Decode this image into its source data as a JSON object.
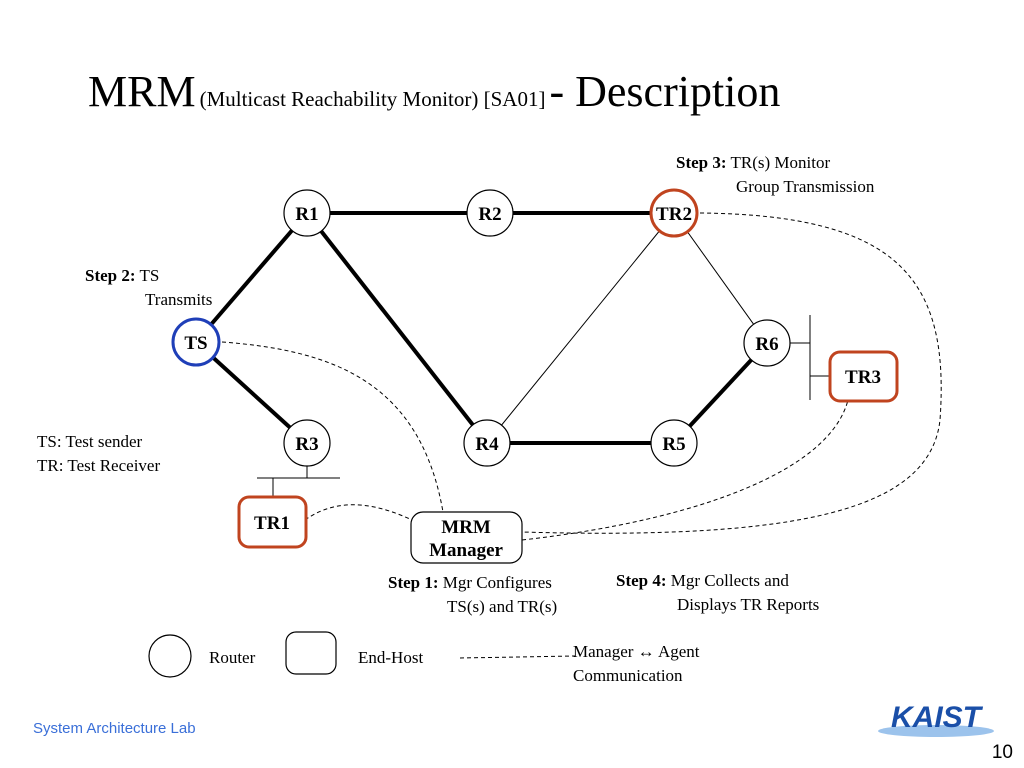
{
  "title": {
    "main": "MRM",
    "sub": "(Multicast Reachability Monitor) [SA01]",
    "suffix": "- Description"
  },
  "nodes": {
    "r1": "R1",
    "r2": "R2",
    "tr2": "TR2",
    "ts": "TS",
    "r6": "R6",
    "tr3": "TR3",
    "r3": "R3",
    "r4": "R4",
    "r5": "R5",
    "tr1": "TR1",
    "mrm_manager_line1": "MRM",
    "mrm_manager_line2": "Manager"
  },
  "steps": {
    "step1": {
      "head": "Step 1:",
      "line1": "Mgr Configures",
      "line2": "TS(s) and TR(s)"
    },
    "step2": {
      "head": "Step 2:",
      "line1": "TS",
      "line2": "Transmits"
    },
    "step3": {
      "head": "Step 3:",
      "line1": "TR(s) Monitor",
      "line2": "Group Transmission"
    },
    "step4": {
      "head": "Step 4:",
      "line1": "Mgr Collects and",
      "line2": "Displays TR Reports"
    }
  },
  "abbrev": {
    "ts": "TS: Test sender",
    "tr": "TR: Test Receiver"
  },
  "legend": {
    "router": "Router",
    "end_host": "End-Host",
    "comm_line1": "Manager ↔ Agent",
    "comm_line2": "Communication"
  },
  "footer": {
    "lab": "System Architecture Lab",
    "page": "10",
    "logo": "KAIST"
  },
  "colors": {
    "router_border": "#000000",
    "tr_border": "#c0441f",
    "ts_border": "#1f3fb8",
    "footer_text": "#3a6fd8",
    "logo_blue": "#1a4fa8"
  }
}
